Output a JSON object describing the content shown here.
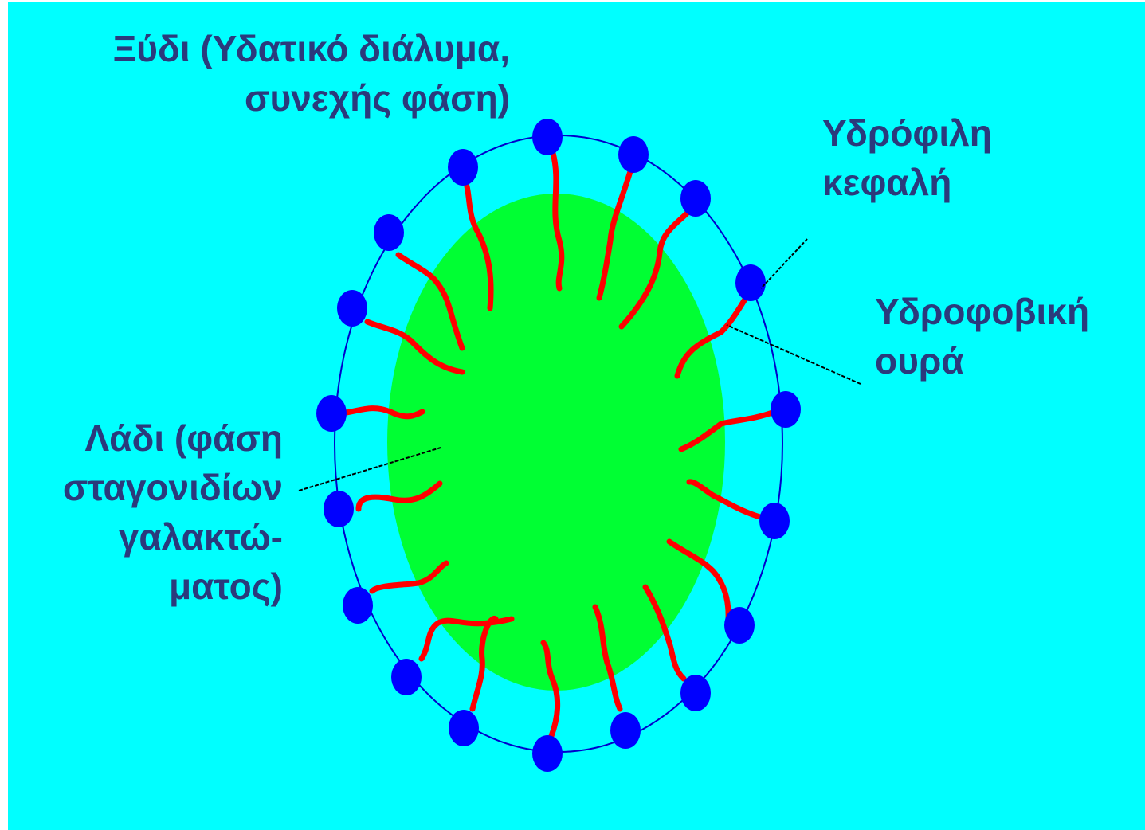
{
  "colors": {
    "background": "#00ffff",
    "oil_droplet": "#00ff33",
    "hydrophilic_head": "#0000ff",
    "hydrophobic_tail": "#ff0000",
    "boundary_ring": "#0000cc",
    "leader_line": "#000000",
    "label_text": "#2b3a7c"
  },
  "labels": {
    "vinegar": [
      "Ξύδι (Υδατικό διάλυμα,",
      "συνεχής φάση)"
    ],
    "hydrophilic_head": [
      "Υδρόφιλη",
      "κεφαλή"
    ],
    "hydrophobic_tail": [
      "Υδροφοβική",
      "ουρά"
    ],
    "oil": [
      "Λάδι (φάση",
      "σταγονιδίων",
      "γαλακτώ-",
      "ματος)"
    ]
  }
}
